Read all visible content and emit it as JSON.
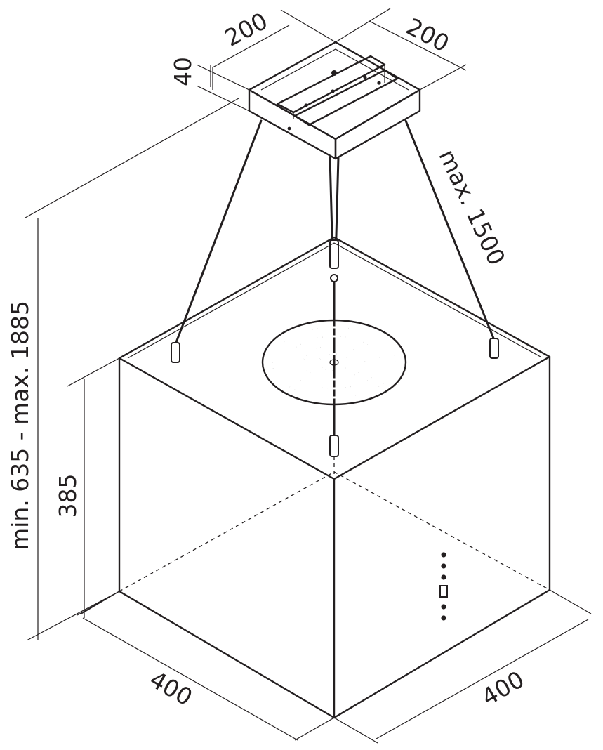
{
  "diagram": {
    "labels": {
      "mount_width": "200",
      "mount_depth": "200",
      "mount_height": "40",
      "cable_length": "max. 1500",
      "total_height": "min. 635 - max. 1885",
      "hood_height": "385",
      "hood_width": "400",
      "hood_depth": "400"
    },
    "colors": {
      "line": "#231f20",
      "background": "#ffffff"
    }
  }
}
